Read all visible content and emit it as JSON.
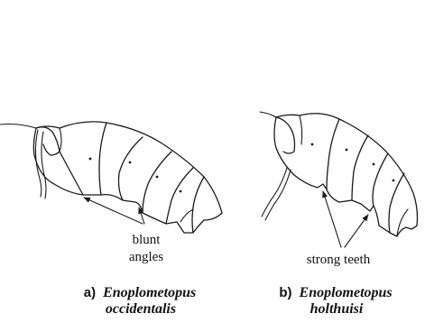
{
  "panel_a": {
    "annotation_line1": "blunt",
    "annotation_line2": "angles",
    "caption_letter": "a)",
    "caption_genus": "Enoplometopus",
    "caption_species": "occidentalis"
  },
  "panel_b": {
    "annotation": "strong teeth",
    "caption_letter": "b)",
    "caption_genus": "Enoplometopus",
    "caption_species": "holthuisi"
  }
}
